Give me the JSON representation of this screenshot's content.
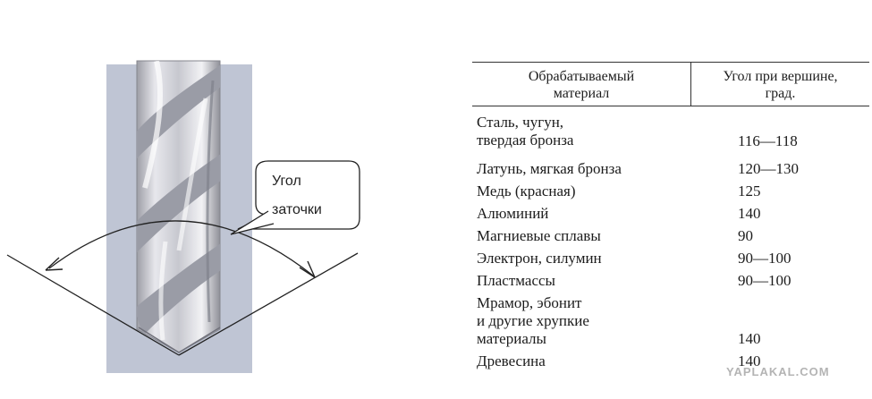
{
  "callout": {
    "line1": "Угол",
    "line2": "заточки"
  },
  "table": {
    "header": {
      "material": "Обрабатываемый\nматериал",
      "angle": "Угол при вершине,\nград."
    },
    "rows": [
      {
        "material": "Сталь, чугун,\nтвердая бронза",
        "angle": "116—118"
      },
      {
        "material": "Латунь, мягкая бронза",
        "angle": "120—130"
      },
      {
        "material": "Медь (красная)",
        "angle": "125"
      },
      {
        "material": "Алюминий",
        "angle": "140"
      },
      {
        "material": "Магниевые сплавы",
        "angle": "90"
      },
      {
        "material": "Электрон, силумин",
        "angle": "90—100"
      },
      {
        "material": "Пластмассы",
        "angle": "90—100"
      },
      {
        "material": "Мрамор, эбонит\nи другие хрупкие\nматериалы",
        "angle": "140"
      },
      {
        "material": "Древесина",
        "angle": "140"
      }
    ]
  },
  "watermark": "YAPLAKAL.COM",
  "colors": {
    "panel": "#bfc5d4",
    "drill_light": "#eeeef2",
    "drill_dark": "#8d8e96",
    "flute": "#a0a2ad",
    "line": "#222222"
  }
}
